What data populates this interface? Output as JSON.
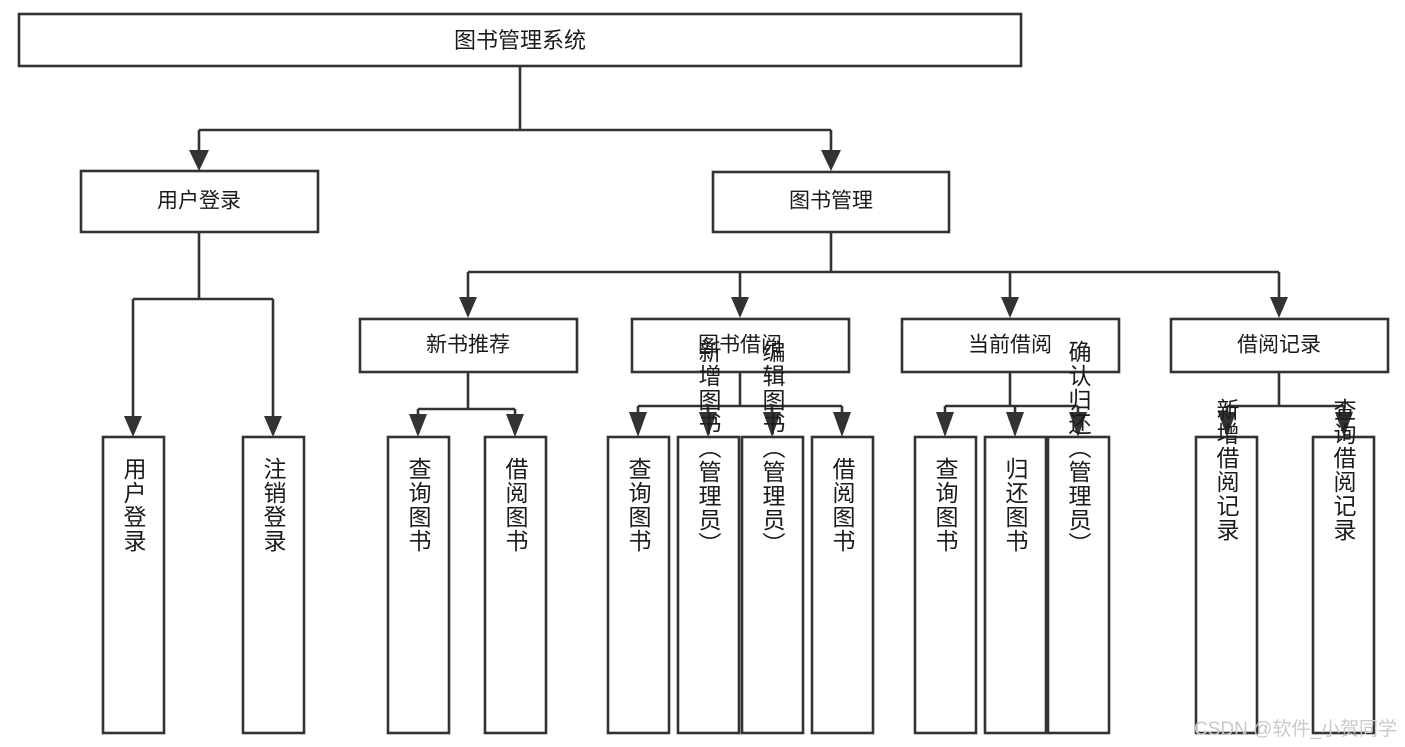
{
  "diagram": {
    "type": "tree",
    "title": "图书管理系统",
    "watermark": "CSDN @软件_小贺同学",
    "colors": {
      "background": "#ffffff",
      "stroke": "#333333",
      "text": "#1b1b1b",
      "watermark": "#c9c9c9"
    },
    "nodes": {
      "root": {
        "label": "图书管理系统",
        "level": 0
      },
      "l1": [
        {
          "id": "user-login",
          "label": "用户登录",
          "level": 1
        },
        {
          "id": "book-manage",
          "label": "图书管理",
          "level": 1
        }
      ],
      "l2": [
        {
          "id": "new-book-recommend",
          "label": "新书推荐",
          "level": 2,
          "parent": "book-manage"
        },
        {
          "id": "book-borrow",
          "label": "图书借阅",
          "level": 2,
          "parent": "book-manage"
        },
        {
          "id": "current-borrow",
          "label": "当前借阅",
          "level": 2,
          "parent": "book-manage"
        },
        {
          "id": "borrow-record",
          "label": "借阅记录",
          "level": 2,
          "parent": "book-manage"
        }
      ],
      "leaves": [
        {
          "id": "leaf-user-login",
          "label": "用户登录",
          "parent": "user-login"
        },
        {
          "id": "leaf-logout-login",
          "label": "注销登录",
          "parent": "user-login"
        },
        {
          "id": "leaf-query-book-1",
          "label": "查询图书",
          "parent": "new-book-recommend"
        },
        {
          "id": "leaf-borrow-book-1",
          "label": "借阅图书",
          "parent": "new-book-recommend"
        },
        {
          "id": "leaf-query-book-2",
          "label": "查询图书",
          "parent": "book-borrow"
        },
        {
          "id": "leaf-add-book",
          "label": "新增图书（管理员）",
          "parent": "book-borrow"
        },
        {
          "id": "leaf-edit-book",
          "label": "编辑图书（管理员）",
          "parent": "book-borrow"
        },
        {
          "id": "leaf-borrow-book-2",
          "label": "借阅图书",
          "parent": "book-borrow"
        },
        {
          "id": "leaf-query-book-3",
          "label": "查询图书",
          "parent": "current-borrow"
        },
        {
          "id": "leaf-return-book",
          "label": "归还图书",
          "parent": "current-borrow"
        },
        {
          "id": "leaf-confirm-return",
          "label": "确认归还（管理员）",
          "parent": "current-borrow"
        },
        {
          "id": "leaf-add-borrow-record",
          "label": "新增借阅记录",
          "parent": "borrow-record"
        },
        {
          "id": "leaf-query-borrow-record",
          "label": "查询借阅记录",
          "parent": "borrow-record"
        }
      ]
    }
  }
}
